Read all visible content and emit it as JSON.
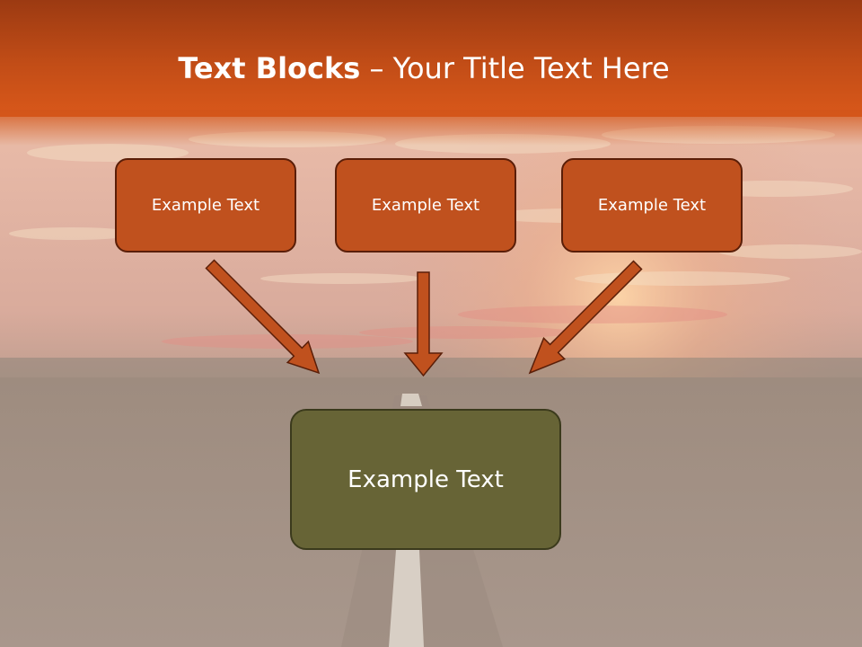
{
  "title": {
    "bold": "Text Blocks",
    "rest": " – Your Title Text Here"
  },
  "boxes": {
    "left": "Example Text",
    "center": "Example Text",
    "right": "Example Text",
    "main": "Example Text"
  },
  "colors": {
    "title_band": "#c24d17",
    "top_box_fill": "#c0511e",
    "main_box_fill": "#676436",
    "arrow_fill": "#c0511e",
    "arrow_stroke": "#5a1e08"
  }
}
